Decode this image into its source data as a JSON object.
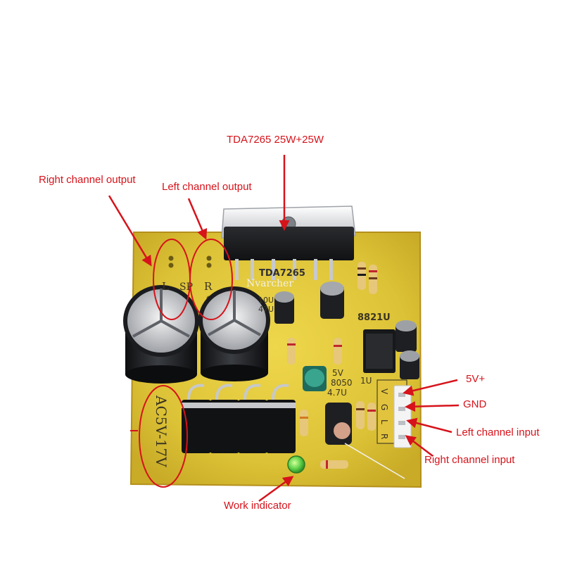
{
  "annotations": {
    "chip": "TDA7265 25W+25W",
    "right_output": "Right channel output",
    "left_output": "Left channel output",
    "v5_plus": "5V+",
    "gnd": "GND",
    "left_input": "Left channel input",
    "right_input": "Right channel input",
    "work_indicator": "Work indicator"
  },
  "board_markings": {
    "chip_text": "TDA7265",
    "watermark": "Nvarcher",
    "speaker_l": "L",
    "speaker_sp": "SP",
    "speaker_r": "R",
    "power_input": "AC5V-17V",
    "ic_label": "8821U",
    "cap_10u": "10U",
    "cap_47u": "47U",
    "transistor_5v": "5V",
    "transistor_8050": "8050",
    "cap_4_7u": "4.7U",
    "cap_1u": "1U",
    "connector_v": "V",
    "connector_g": "G",
    "connector_l": "L",
    "connector_r": "R"
  },
  "colors": {
    "annotation_red": "#d6131b",
    "pcb_yellow": "#e3c83a",
    "capacitor_black": "#1e1f22",
    "led_green": "#5fd24a"
  }
}
